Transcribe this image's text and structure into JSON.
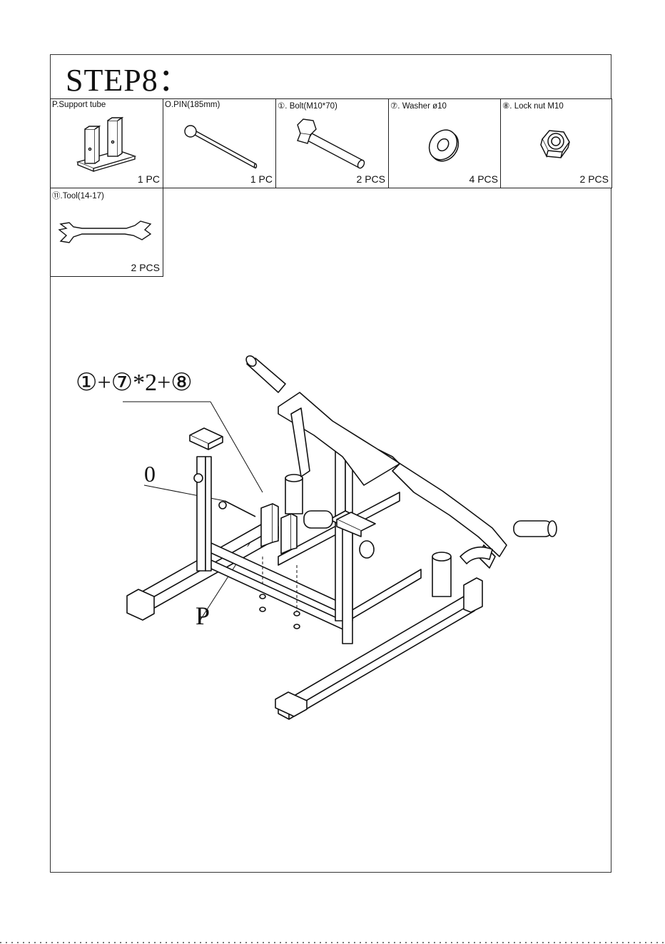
{
  "step": {
    "title": "STEP8："
  },
  "parts": [
    {
      "label": "P.Support tube",
      "qty": "1 PC",
      "icon": "support-tube-icon"
    },
    {
      "label": "O.PIN(185mm)",
      "qty": "1 PC",
      "icon": "pin-icon"
    },
    {
      "label": "①. Bolt(M10*70)",
      "qty": "2 PCS",
      "icon": "bolt-icon"
    },
    {
      "label": "⑦. Washer ø10",
      "qty": "4 PCS",
      "icon": "washer-icon"
    },
    {
      "label": "⑧. Lock nut M10",
      "qty": "2 PCS",
      "icon": "lock-nut-icon"
    },
    {
      "label": "⑪.Tool(14-17)",
      "qty": "2 PCS",
      "icon": "wrench-icon"
    }
  ],
  "diagram": {
    "callout_hardware": "①+⑦*2+⑧",
    "callout_pin": "0",
    "callout_tube": "P"
  }
}
